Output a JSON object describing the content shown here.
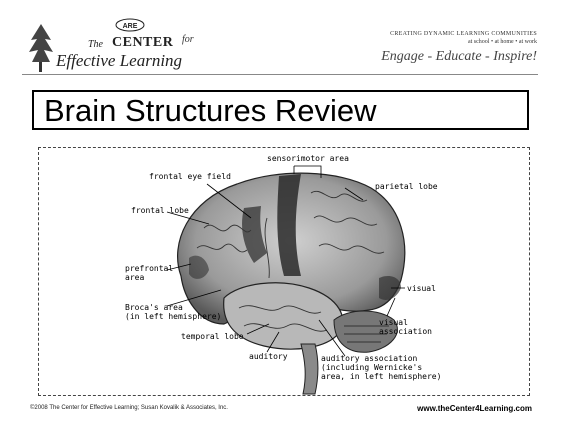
{
  "header": {
    "logo": {
      "badge": "ARE",
      "small_text": "The",
      "center_word": "CENTER",
      "for_word": "for",
      "name": "Effective Learning"
    },
    "tagline_line1": "CREATING DYNAMIC LEARNING COMMUNITIES",
    "tagline_line2": "at school • at home • at work",
    "slogan": "Engage - Educate - Inspire!"
  },
  "slide": {
    "title": "Brain Structures Review"
  },
  "figure": {
    "labels": {
      "sensorimotor": "sensorimotor area",
      "frontal_eye": "frontal eye field",
      "parietal": "parietal lobe",
      "frontal": "frontal lobe",
      "prefrontal_1": "prefrontal",
      "prefrontal_2": "area",
      "visual": "visual",
      "broca_1": "Broca's area",
      "broca_2": "(in left hemisphere)",
      "visual_assoc_1": "visual",
      "visual_assoc_2": "association",
      "temporal": "temporal lobe",
      "auditory": "auditory",
      "aud_assoc_1": "auditory association",
      "aud_assoc_2": "(including Wernicke's",
      "aud_assoc_3": "area, in left hemisphere)"
    }
  },
  "footer": {
    "copyright": "©2008 The Center for Effective Learning; Susan Kovalik & Associates, Inc.",
    "website": "www.theCenter4Learning.com"
  }
}
